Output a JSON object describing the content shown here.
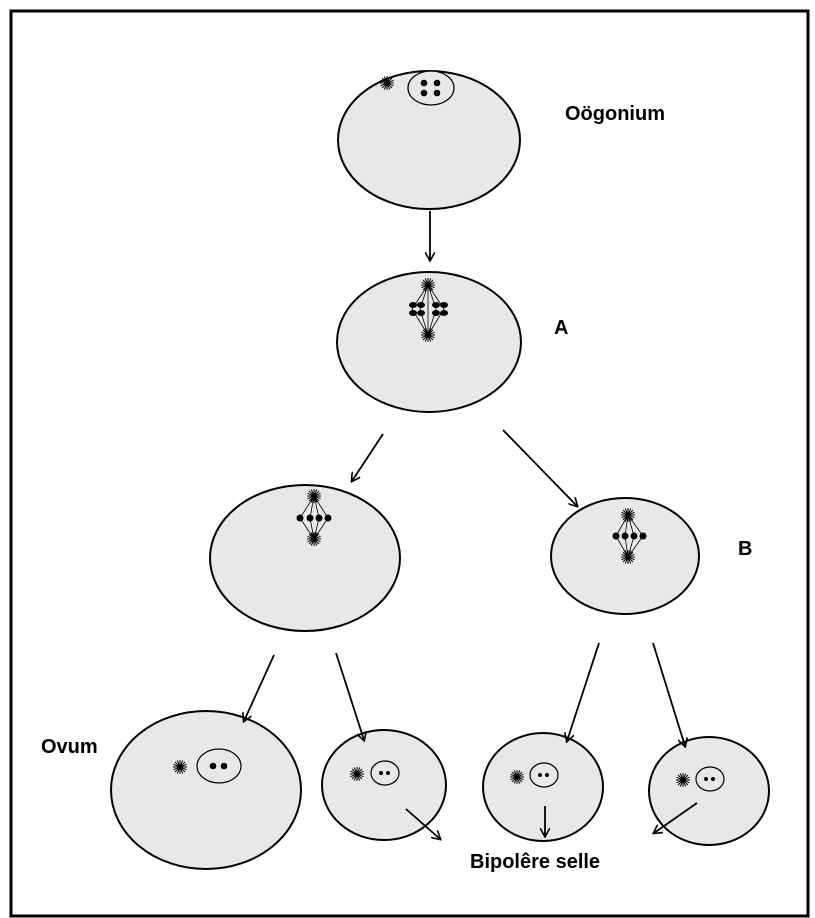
{
  "labels": {
    "oogonium": "Oögonium",
    "stage_a": "A",
    "stage_b": "B",
    "ovum": "Ovum",
    "polar_cells": "Bipolêre selle"
  },
  "colors": {
    "cell_fill": "#e8e8e8",
    "outline": "#000000",
    "chromosome": "#000000"
  }
}
